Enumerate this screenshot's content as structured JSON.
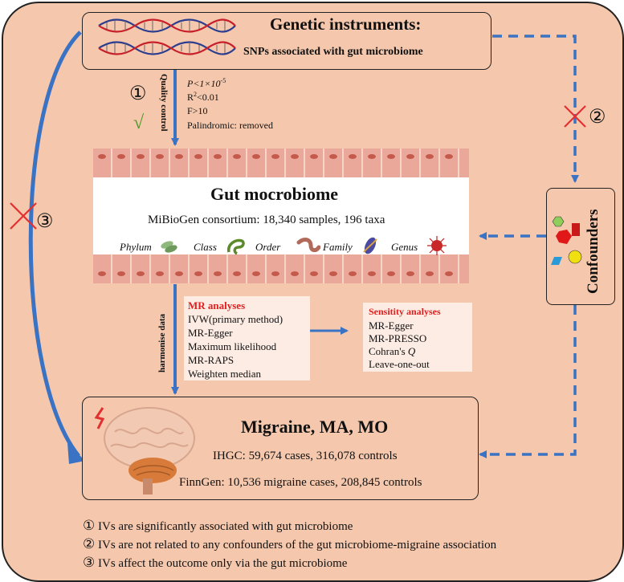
{
  "colors": {
    "background": "#f5c8ad",
    "arrow_blue": "#3a72c4",
    "cross_red": "#e53030",
    "check_green": "#4a9a2a",
    "mr_heading_red": "#e02020"
  },
  "genetic": {
    "title": "Genetic instruments:",
    "subtitle": "SNPs associated with gut microbiome",
    "icon": "dna-helix-icon"
  },
  "quality_control": {
    "marker": "①",
    "label": "Quality control",
    "check": "√",
    "criteria_p": "P<1×10",
    "criteria_p_exp": "-5",
    "criteria_r": "R",
    "criteria_r_rest": "<0.01",
    "criteria_r_exp": "2",
    "criteria_f": "F>10",
    "criteria_pal": "Palindromic: removed"
  },
  "gut": {
    "title": "Gut mocrobiome",
    "subtitle": "MiBioGen consortium: 18,340 samples, 196 taxa",
    "taxa": [
      "Phylum",
      "Class",
      "Order",
      "Family",
      "Genus"
    ]
  },
  "harmonise": {
    "label": "harmonise data"
  },
  "mr": {
    "heading": "MR analyses",
    "items": [
      "IVW(primary method)",
      "MR-Egger",
      "Maximum likelihood",
      "MR-RAPS",
      "Weighten median"
    ]
  },
  "sensitivity": {
    "heading": "Sensitity analyses",
    "items": [
      "MR-Egger",
      "MR-PRESSO",
      "Cohran's ",
      "Leave-one-out"
    ],
    "q": "Q"
  },
  "confounders": {
    "label": "Confounders",
    "icon": "colored-shapes-icon"
  },
  "cross2_marker": "②",
  "cross3_marker": "③",
  "migraine": {
    "title": "Migraine, MA, MO",
    "ihgc": "IHGC: 59,674 cases, 316,078 controls",
    "finngen": "FinnGen: 10,536 migraine cases, 208,845 controls",
    "icon": "brain-icon"
  },
  "footnotes": [
    {
      "marker": "①",
      "text": "IVs are significantly associated with gut microbiome"
    },
    {
      "marker": "②",
      "text": "IVs are not related to any confounders of the gut microbiome-migraine association"
    },
    {
      "marker": "③",
      "text": "IVs affect the outcome only via the gut microbiome"
    }
  ]
}
